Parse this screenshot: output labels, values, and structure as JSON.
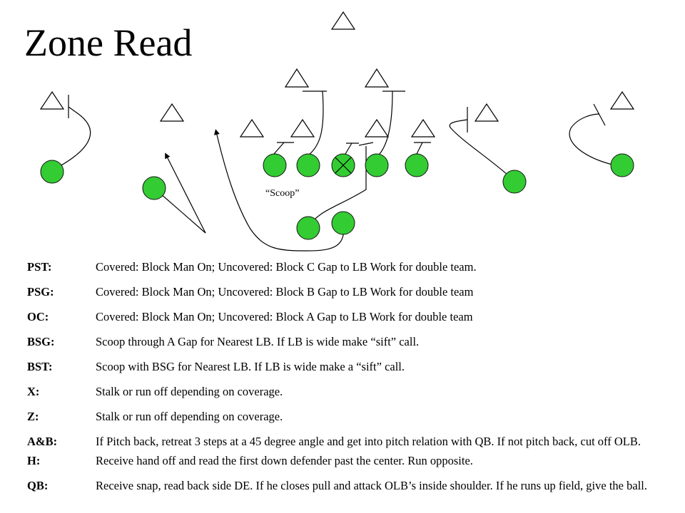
{
  "title": "Zone Read",
  "annotation": "“Scoop”",
  "colors": {
    "offense": "#33cc33",
    "defense_fill": "#ffffff",
    "lines": "#000000"
  },
  "assignments": [
    {
      "pos": "PST:",
      "desc": "Covered:  Block Man On; Uncovered: Block C Gap to LB  Work for double team."
    },
    {
      "pos": "PSG:",
      "desc": "Covered:  Block Man On; Uncovered: Block B Gap to LB  Work for double team"
    },
    {
      "pos": "OC:",
      "desc": "Covered:  Block Man On; Uncovered: Block A Gap to LB  Work for double team"
    },
    {
      "pos": "BSG:",
      "desc": "Scoop through A Gap for Nearest LB.  If LB is wide make “sift” call."
    },
    {
      "pos": "BST:",
      "desc": "Scoop with BSG for Nearest LB.  If LB is wide make a “sift” call."
    },
    {
      "pos": "X:",
      "desc": "Stalk or run off depending on coverage."
    },
    {
      "pos": "Z:",
      "desc": "Stalk or run off depending on coverage."
    },
    {
      "pos": "A&B:",
      "desc": "If Pitch back, retreat 3 steps at a 45 degree angle and get into pitch relation with QB. If not pitch back, cut off OLB."
    },
    {
      "pos": "H:",
      "desc": "Receive hand off and read the first down defender past the center.  Run opposite."
    },
    {
      "pos": "QB:",
      "desc": "Receive snap, read back side DE.  If he closes pull and attack OLB’s inside shoulder.  If he runs up field, give the ball."
    }
  ]
}
